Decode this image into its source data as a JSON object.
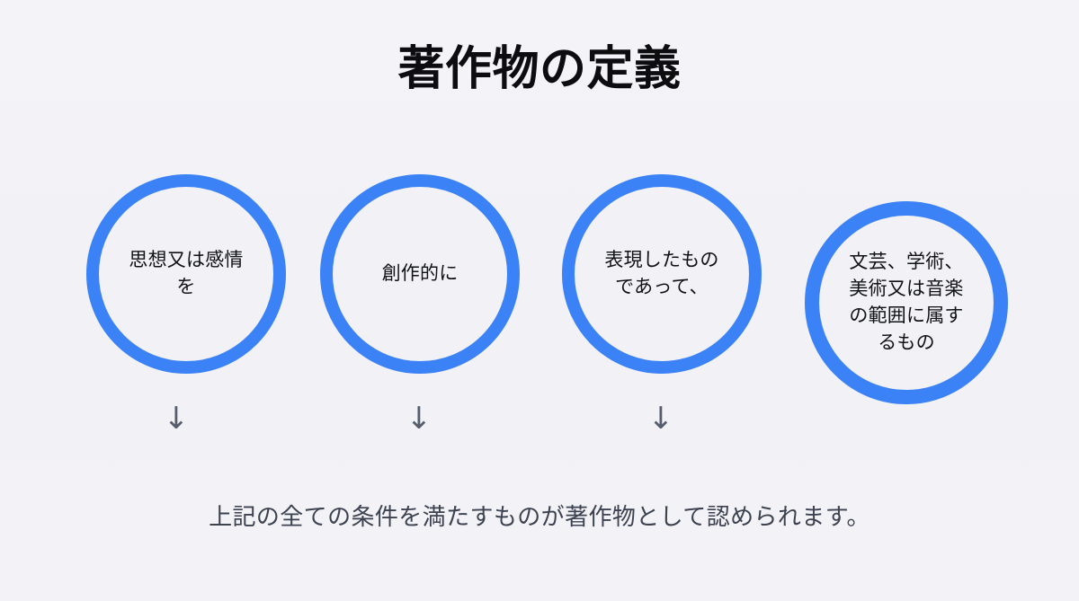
{
  "slide": {
    "title": "著作物の定義",
    "background_color": "#f2f2f7",
    "accent_color": "#3b82f6",
    "title_color": "#0d0d0f",
    "caption_color": "#3c4250",
    "arrow_color": "#565d6c"
  },
  "conditions": [
    {
      "id": "condition-1",
      "text": "思想又は感情\nを"
    },
    {
      "id": "condition-2",
      "text": "創作的に"
    },
    {
      "id": "condition-3",
      "text": "表現したもの\nであって、"
    },
    {
      "id": "condition-4",
      "text": "文芸、学術、\n美術又は音楽\nの範囲に属す\nるもの"
    }
  ],
  "arrows": [
    {
      "glyph": "↓"
    },
    {
      "glyph": "↓"
    },
    {
      "glyph": "↓"
    }
  ],
  "caption": "上記の全ての条件を満たすものが著作物として認められます。"
}
